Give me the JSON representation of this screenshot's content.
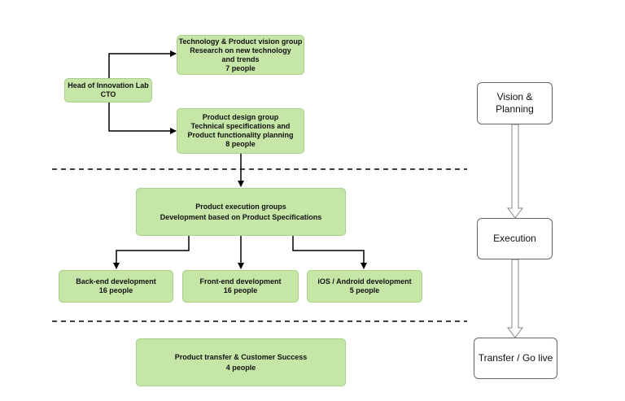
{
  "nodes": {
    "head": {
      "lines": [
        "Head of Innovation Lab",
        "CTO"
      ]
    },
    "vision_group": {
      "lines": [
        "Technology & Product vision group",
        "Research on new technology",
        "and trends",
        "7 people"
      ]
    },
    "design_group": {
      "lines": [
        "Product design group",
        "Technical specifications and",
        "Product functionality planning",
        "8 people"
      ]
    },
    "execution_groups": {
      "lines": [
        "Product execution groups",
        "Development based on Product Specifications"
      ]
    },
    "backend": {
      "lines": [
        "Back-end development",
        "16 people"
      ]
    },
    "frontend": {
      "lines": [
        "Front-end development",
        "16 people"
      ]
    },
    "mobile": {
      "lines": [
        "iOS / Android development",
        "5 people"
      ]
    },
    "transfer": {
      "lines": [
        "Product transfer & Customer Success",
        "4 people"
      ]
    }
  },
  "phases": {
    "vision": {
      "lines": [
        "Vision &",
        "Planning"
      ]
    },
    "execution": {
      "lines": [
        "Execution"
      ]
    },
    "golive": {
      "lines": [
        "Transfer / Go live"
      ]
    }
  },
  "colors": {
    "node_fill": "#c6e6a7",
    "node_border": "#a9cf8a",
    "connector": "#000000",
    "phase_border": "#666666",
    "phase_arrow": "#888888"
  }
}
